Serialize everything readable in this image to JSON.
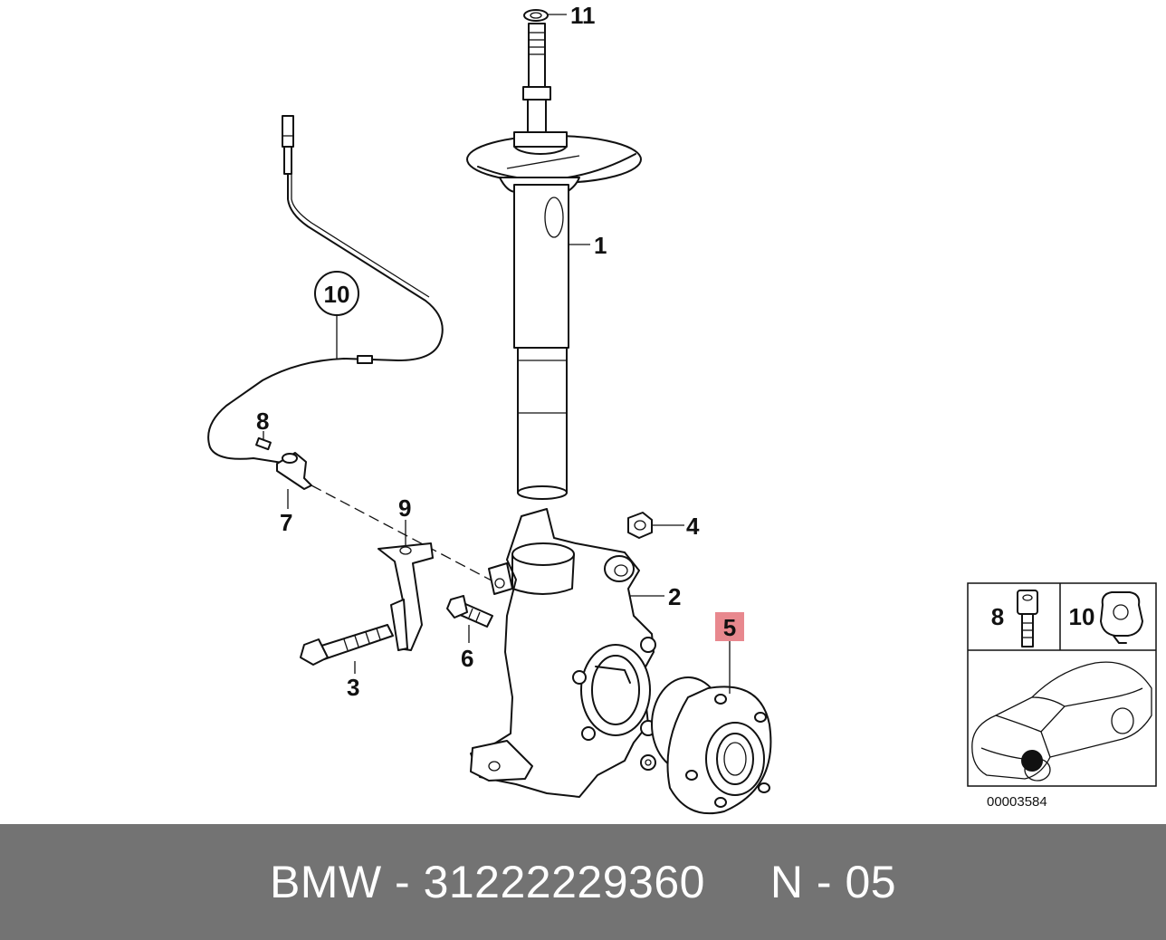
{
  "diagram": {
    "callouts": {
      "c1": "1",
      "c2": "2",
      "c3": "3",
      "c4": "4",
      "c5": "5",
      "c6": "6",
      "c7": "7",
      "c8": "8",
      "c9": "9",
      "c10": "10",
      "c11": "11"
    },
    "highlight_color": "#e8888e",
    "inset": {
      "part_a_label": "8",
      "part_b_label": "10",
      "reference_number": "00003584"
    }
  },
  "footer": {
    "text": "BMW - 31222229360     N - 05",
    "background": "#737373"
  }
}
